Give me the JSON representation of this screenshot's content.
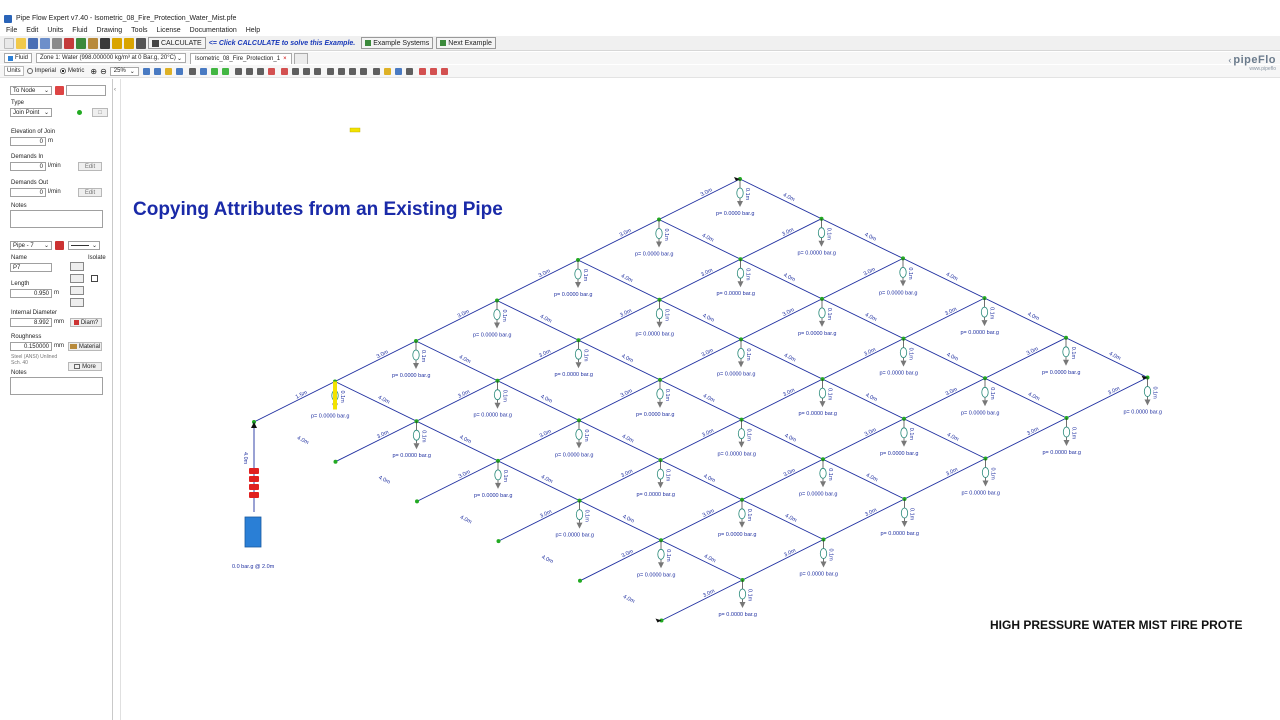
{
  "window": {
    "title": "Pipe Flow Expert v7.40 - Isometric_08_Fire_Protection_Water_Mist.pfe"
  },
  "menu": [
    "File",
    "Edit",
    "Units",
    "Fluid",
    "Drawing",
    "Tools",
    "License",
    "Documentation",
    "Help"
  ],
  "toolbar": {
    "calculate_label": "CALCULATE",
    "calculate_hint": "<= Click CALCULATE to solve this Example.",
    "example_systems_label": "Example Systems",
    "next_example_label": "Next Example"
  },
  "fluid_bar": {
    "fluid_label": "Fluid",
    "zone_text": "Zone 1: Water (998.000000 kg/m³ at 0 Bar.g, 20°C)",
    "tab_label": "Isometric_08_Fire_Protection_1",
    "units_label": "Units",
    "imperial_label": "Imperial",
    "metric_label": "Metric",
    "zoom": "25%"
  },
  "logo": {
    "brand": "pipeFlo",
    "url": "www.pipeflo"
  },
  "sidebar": {
    "node_select": "To Node",
    "type_label": "Type",
    "type_value": "Join Point",
    "elev_label": "Elevation of Join",
    "elev_value": "0",
    "elev_unit": "m",
    "demand_in_label": "Demands In",
    "demand_in_value": "0",
    "demand_in_unit": "l/min",
    "demand_out_label": "Demands Out",
    "demand_out_value": "0",
    "demand_out_unit": "l/min",
    "edit_label": "Edit",
    "notes_label": "Notes",
    "pipe_select": "Pipe - 7",
    "name_label": "Name",
    "name_value": "P7",
    "length_label": "Length",
    "length_value": "0.950",
    "length_unit": "m",
    "diam_label": "Internal Diameter",
    "diam_value": "8.992",
    "diam_unit": "mm",
    "diam_btn": "Diam?",
    "rough_label": "Roughness",
    "rough_value": "0.150000",
    "rough_unit": "mm",
    "material_btn": "Material",
    "steel_label": "Steel (ANSI) Unlined Sch. 40",
    "more_btn": "More",
    "notes2_label": "Notes",
    "isolate_label": "Isolate"
  },
  "canvas": {
    "heading": "Copying Attributes from an Existing Pipe",
    "banner": "HIGH PRESSURE WATER MIST FIRE PROTE",
    "tank_label": "0.0 bar.g @ 2.0m",
    "pressure_label": "p= 0.0000 bar.g",
    "nozzle_height": "0.1m",
    "pipe_lengths": {
      "main": "4.0m",
      "branch": "3.0m",
      "riser": "4.0m",
      "stub": "1.5m"
    }
  },
  "colors": {
    "heading": "#1a2aa8",
    "pipe": "#2030a0",
    "node": "#22aa22",
    "selected_pipe": "#f2e200",
    "tank": "#2a7fd6",
    "pump": "#e02020"
  }
}
